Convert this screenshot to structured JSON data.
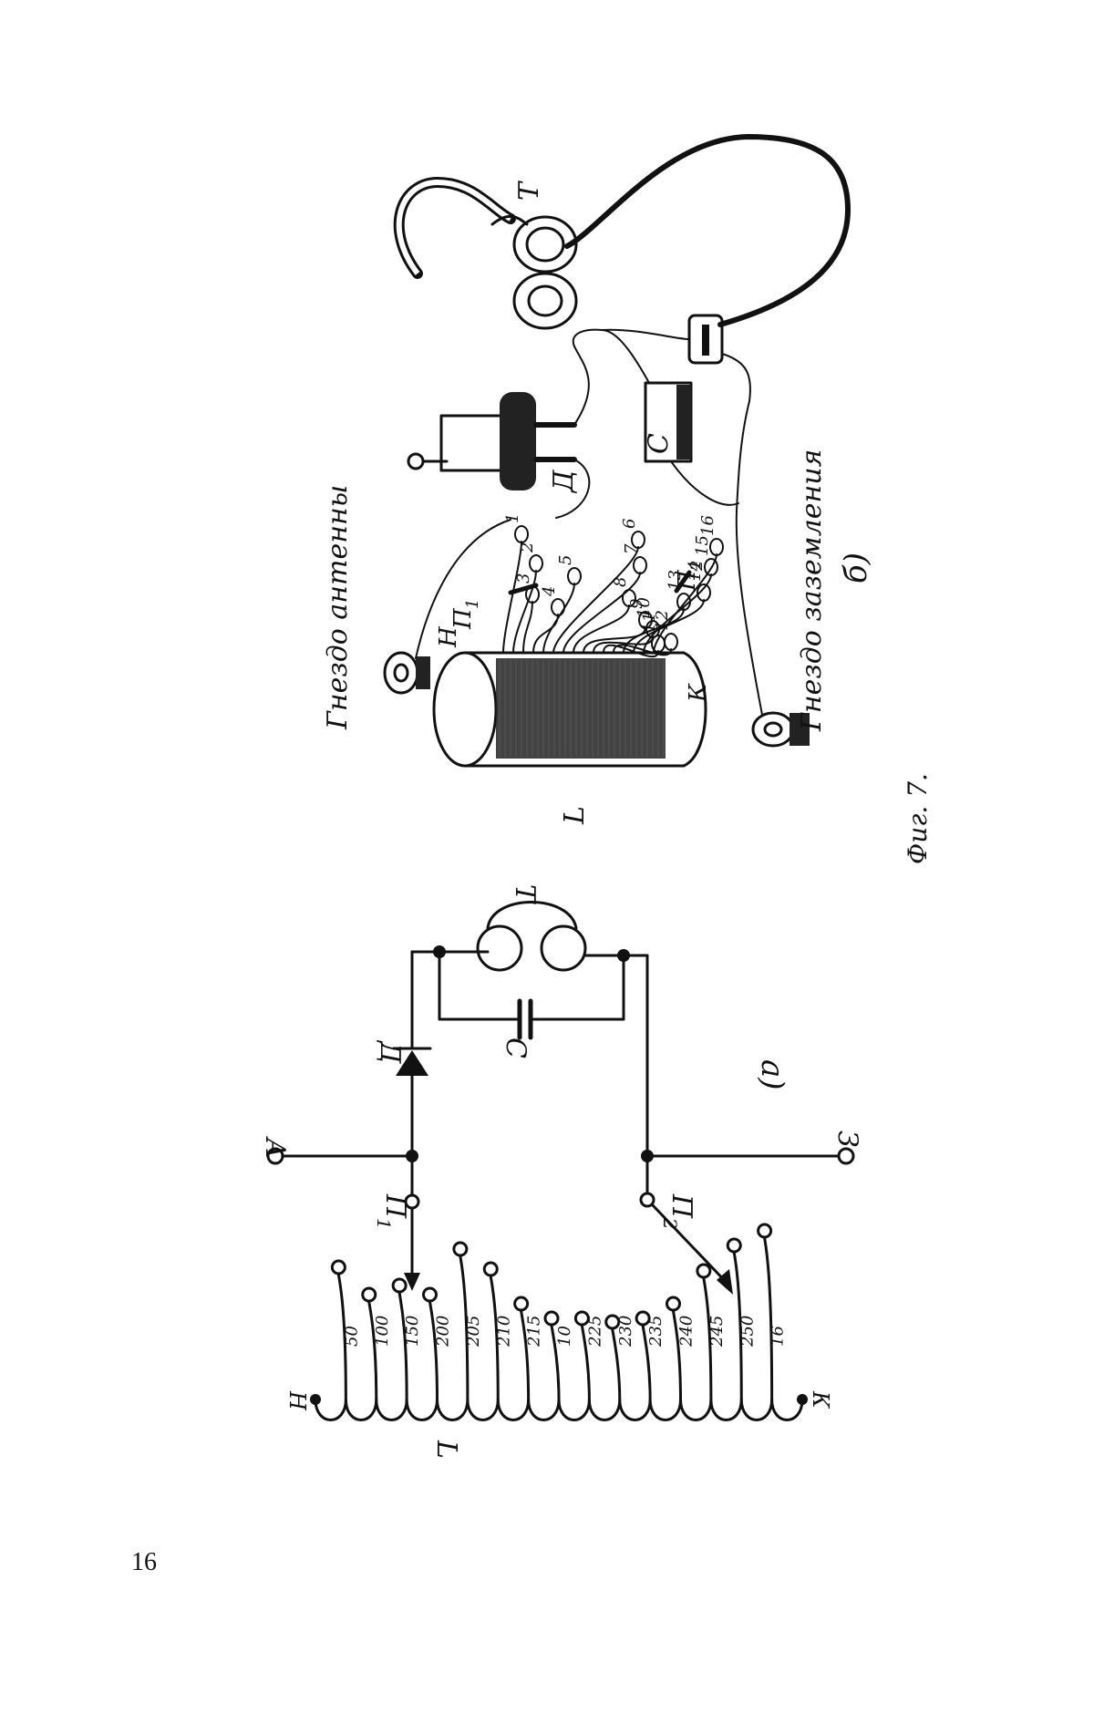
{
  "page_number": "16",
  "figure_caption": "Фиг. 7.",
  "schematic": {
    "part_label": "а)",
    "antenna_terminal": "А",
    "ground_terminal": "З",
    "switch_1": "П",
    "switch_1_sub": "1",
    "switch_2": "П",
    "switch_2_sub": "2",
    "diode": "Д",
    "capacitor": "С",
    "phones": "Т",
    "coil": "L",
    "coil_start": "Н",
    "coil_end": "К",
    "tap_labels": [
      "50",
      "100",
      "150",
      "200",
      "205",
      "210",
      "215",
      "10",
      "225",
      "230",
      "235",
      "240",
      "245",
      "250",
      "16"
    ]
  },
  "assembly": {
    "part_label": "б)",
    "antenna_socket": "Гнездо антенны",
    "ground_socket": "Гнездо заземления",
    "coil": "L",
    "coil_start": "Н",
    "coil_end": "К",
    "diode": "Д",
    "capacitor": "С",
    "phones": "Т",
    "switch_1": "П",
    "switch_1_sub": "1",
    "switch_2": "П",
    "switch_2_sub": "2",
    "contact_numbers": [
      "1",
      "2",
      "3",
      "4",
      "5",
      "6",
      "7",
      "8",
      "9",
      "10",
      "11",
      "12",
      "13",
      "14",
      "15",
      "16"
    ]
  }
}
